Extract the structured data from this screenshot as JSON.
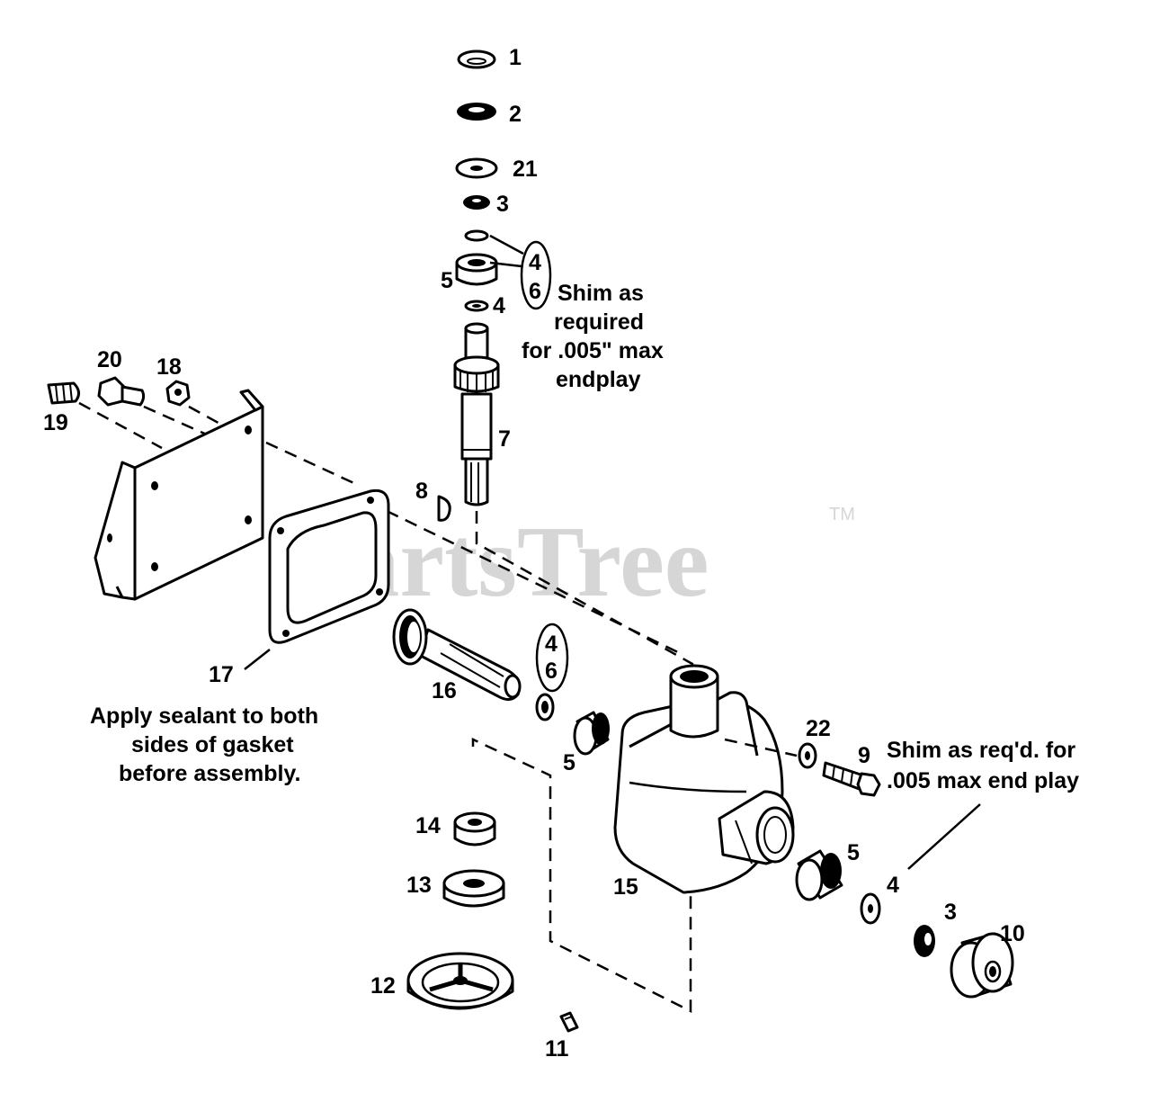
{
  "watermark": {
    "text": "PartsTree",
    "tm": "TM"
  },
  "callouts": {
    "c1": "1",
    "c2": "2",
    "c21": "21",
    "c3a": "3",
    "c4a": "4",
    "c6a": "6",
    "c5a": "5",
    "c4b": "4",
    "c7": "7",
    "c8": "8",
    "c20": "20",
    "c18": "18",
    "c19": "19",
    "c17": "17",
    "c16": "16",
    "c4c": "4",
    "c6b": "6",
    "c5b": "5",
    "c22": "22",
    "c9": "9",
    "c14": "14",
    "c13": "13",
    "c15": "15",
    "c5c": "5",
    "c4d": "4",
    "c3b": "3",
    "c10": "10",
    "c12": "12",
    "c11": "11"
  },
  "notes": {
    "shim_top": [
      "Shim as",
      "required",
      "for .005\" max",
      "endplay"
    ],
    "sealant": [
      "Apply sealant  to both",
      "sides of gasket",
      "before assembly."
    ],
    "shim_right": [
      "Shim as req'd. for",
      ".005 max end play"
    ]
  },
  "colors": {
    "ink": "#000000",
    "watermark": "#d6d6d6",
    "background": "#ffffff"
  }
}
